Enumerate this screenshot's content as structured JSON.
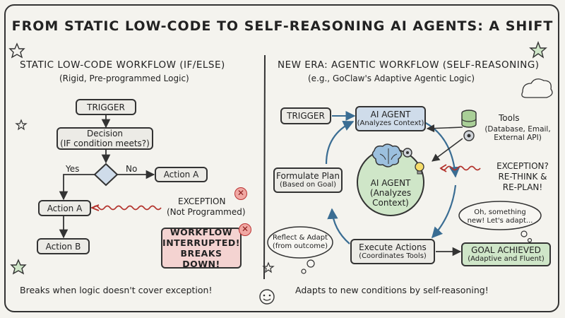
{
  "title": "FROM STATIC LOW-CODE TO SELF-REASONING AI AGENTS: A SHIFT",
  "left": {
    "heading": "STATIC LOW-CODE WORKFLOW (IF/ELSE)",
    "subheading": "(Rigid, Pre-programmed Logic)",
    "trigger": "TRIGGER",
    "decision_title": "Decision",
    "decision_sub": "(IF condition meets?)",
    "yes": "Yes",
    "no": "No",
    "action_a_right": "Action A",
    "action_a_left": "Action A",
    "action_b": "Action B",
    "exception_title": "EXCEPTION",
    "exception_sub": "(Not Programmed)",
    "interrupted": [
      "WORKFLOW",
      "INTERRUPTED!",
      "BREAKS DOWN!"
    ],
    "footer": "Breaks when logic doesn't cover exception!"
  },
  "right": {
    "heading": "NEW ERA: AGENTIC WORKFLOW (SELF-REASONING)",
    "subheading": "(e.g., GoClaw's Adaptive Agentic Logic)",
    "trigger": "TRIGGER",
    "agent_top_title": "AI AGENT",
    "agent_top_sub": "(Analyzes Context)",
    "agent_center": [
      "AI AGENT",
      "(Analyzes",
      "Context)"
    ],
    "tools_title": "Tools",
    "tools_sub": [
      "(Database, Email,",
      "External API)"
    ],
    "plan_title": "Formulate Plan",
    "plan_sub": "(Based on Goal)",
    "exception": [
      "EXCEPTION?",
      "RE-THINK &",
      "RE-PLAN!"
    ],
    "thought": [
      "Oh, something",
      "new! Let's adapt..."
    ],
    "reflect": [
      "Reflect & Adapt",
      "(from outcome)"
    ],
    "execute_title": "Execute Actions",
    "execute_sub": "(Coordinates Tools)",
    "goal_title": "GOAL ACHIEVED",
    "goal_sub": "(Adaptive and Fluent)",
    "footer": "Adapts to new conditions by self-reasoning!"
  },
  "colors": {
    "agent_box": "#cfdcea",
    "goal_box": "#cfe6c8",
    "error_box": "#f4d3d1",
    "cycle_arrow": "#3a6d93",
    "exception_wave": "#b3322c"
  }
}
